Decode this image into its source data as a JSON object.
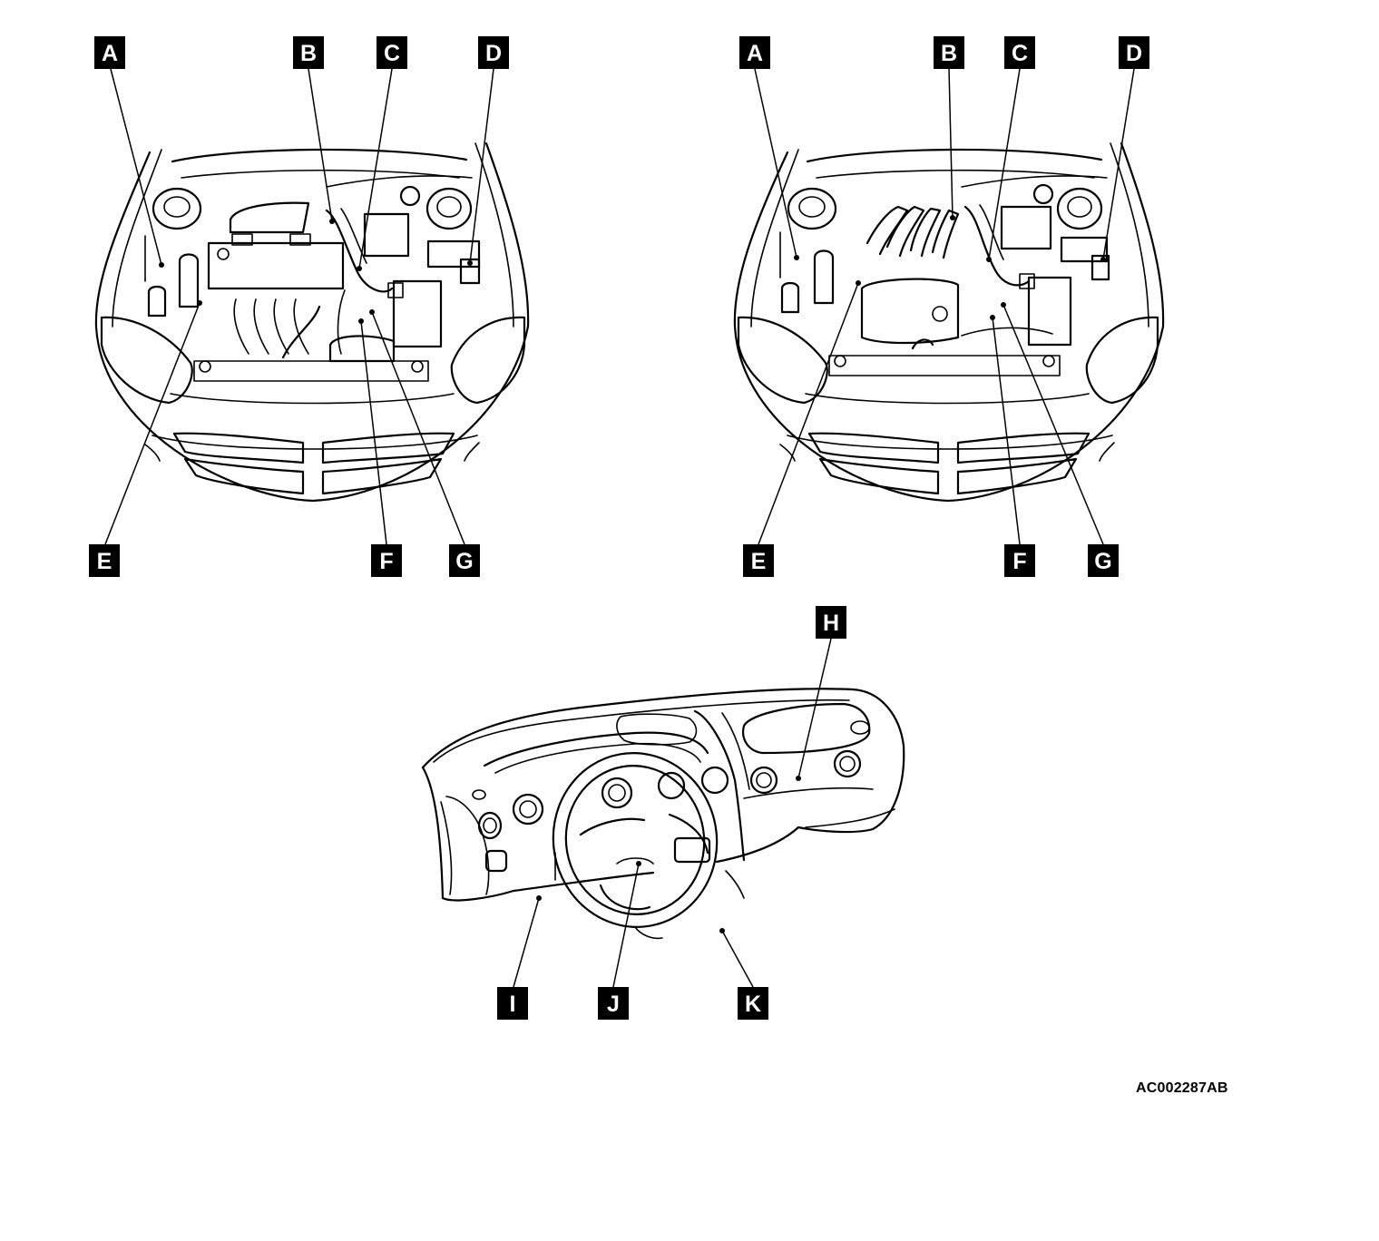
{
  "figure": {
    "reference_code": "AC002287AB"
  },
  "views": [
    {
      "name": "engine-bay-left",
      "callouts": [
        "A",
        "B",
        "C",
        "D",
        "E",
        "F",
        "G"
      ]
    },
    {
      "name": "engine-bay-right",
      "callouts": [
        "A",
        "B",
        "C",
        "D",
        "E",
        "F",
        "G"
      ]
    },
    {
      "name": "instrument-panel",
      "callouts": [
        "H",
        "I",
        "J",
        "K"
      ]
    }
  ]
}
